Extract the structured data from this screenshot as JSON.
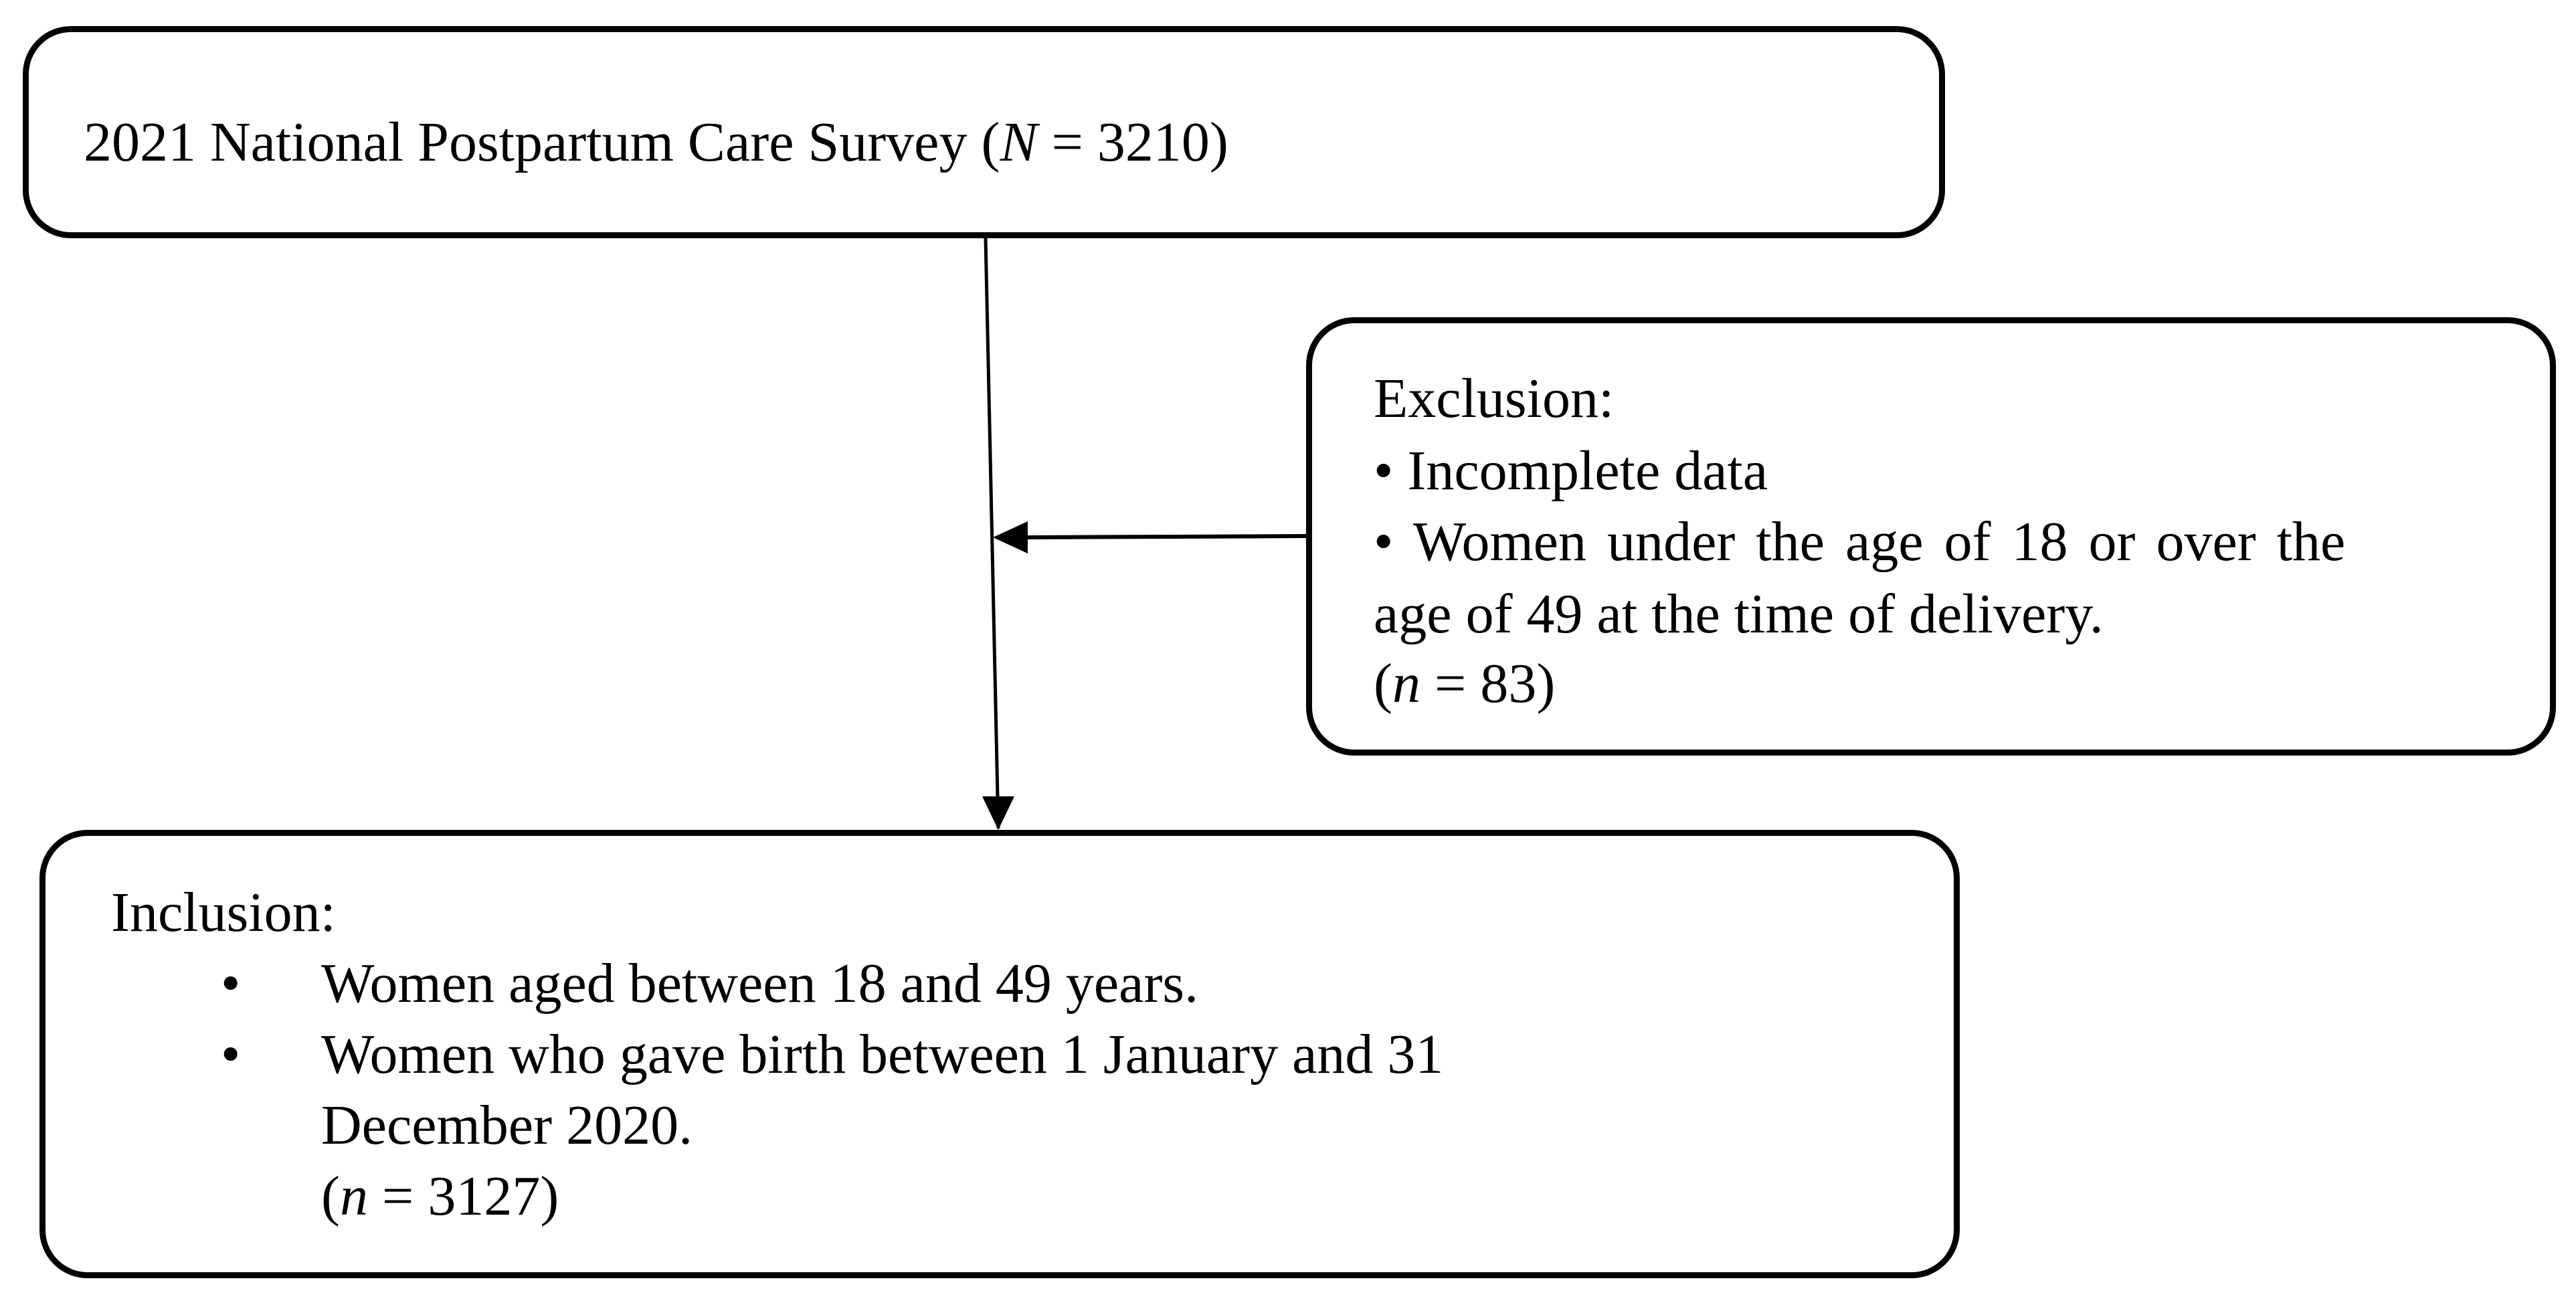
{
  "source_box": {
    "title": "2021 National Postpartum Care Survey",
    "count_label": "N",
    "count_value": "3210"
  },
  "exclusion_box": {
    "heading": "Exclusion:",
    "items": [
      "Incomplete data",
      "Women under the age of 18 or over the",
      "age of 49 at the time of delivery."
    ],
    "count_label": "n",
    "count_value": "83"
  },
  "inclusion_box": {
    "heading": "Inclusion:",
    "items": [
      "Women aged between 18 and 49 years.",
      "Women who gave birth between 1 January and 31",
      "December 2020."
    ],
    "count_label": "n",
    "count_value": "3127"
  }
}
